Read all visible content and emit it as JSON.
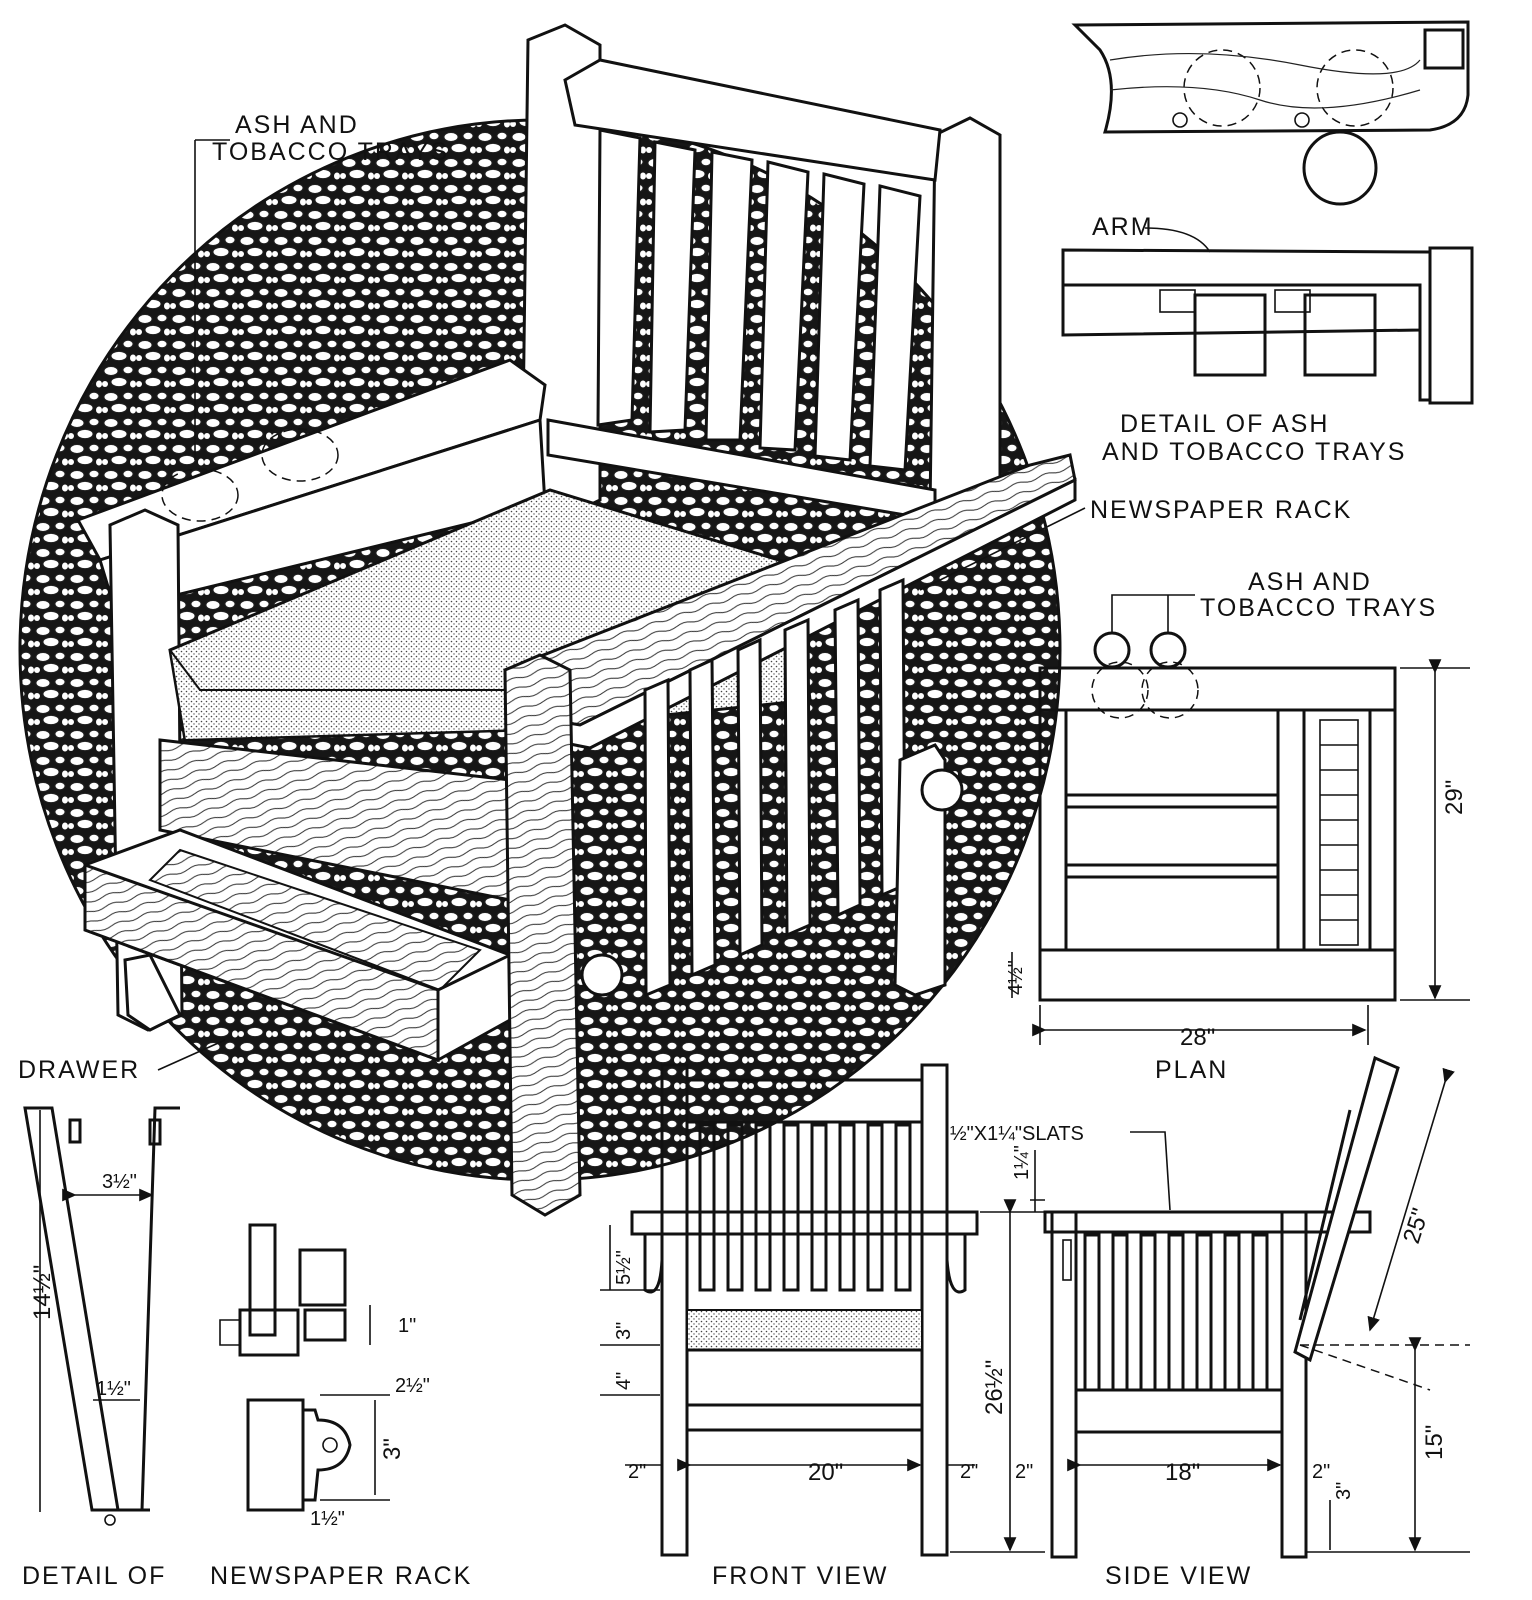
{
  "labels": {
    "ash_trays_top": [
      "ASH AND",
      "TOBACCO TRAYS"
    ],
    "arm": "ARM",
    "detail_trays": [
      "DETAIL OF ASH",
      "AND TOBACCO TRAYS"
    ],
    "newspaper_rack": "NEWSPAPER RACK",
    "ash_trays_plan": [
      "ASH AND",
      "TOBACCO TRAYS"
    ],
    "plan": "PLAN",
    "drawer": "DRAWER",
    "slats": "½\"X1¼\"SLATS",
    "detail_of": "DETAIL OF",
    "detail_rack": "NEWSPAPER RACK",
    "front_view": "FRONT VIEW",
    "side_view": "SIDE VIEW"
  },
  "dimensions": {
    "plan_depth": "29\"",
    "plan_width": "28\"",
    "plan_front": "4½\"",
    "rack_height": "14½\"",
    "rack_top": "3½\"",
    "rack_bottom": "1½\"",
    "rack_det_1": "1\"",
    "rack_det_2": "2½\"",
    "rack_det_3": "3\"",
    "rack_det_4": "1½\"",
    "front_5": "5½\"",
    "front_3": "3\"",
    "front_4": "4\"",
    "front_h": "26½\"",
    "front_20": "20\"",
    "front_2l": "2\"",
    "front_2r": "2\"",
    "side_14": "1¼\"",
    "side_25": "25\"",
    "side_15": "15\"",
    "side_18": "18\"",
    "side_2l": "2\"",
    "side_2r": "2\"",
    "side_3": "3\""
  },
  "colors": {
    "ink": "#111111",
    "paper": "#ffffff"
  }
}
